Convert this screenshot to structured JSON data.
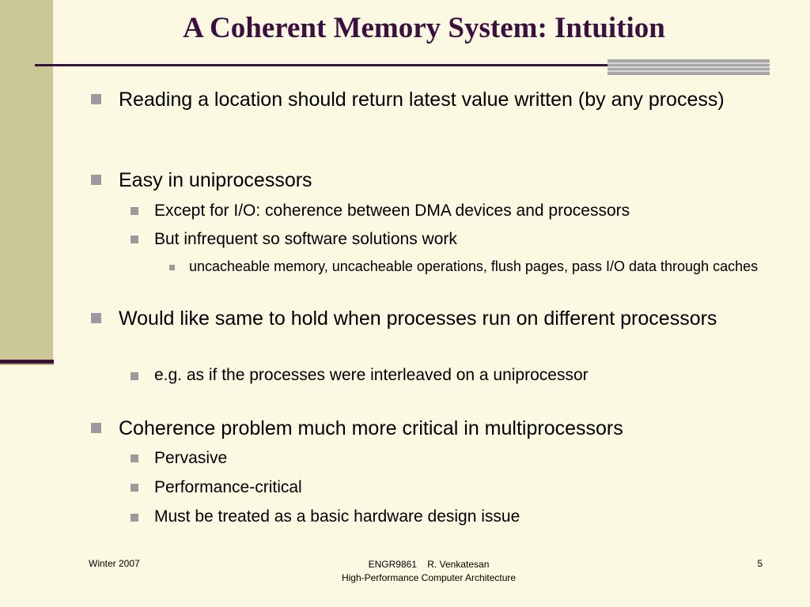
{
  "slide": {
    "title": "A Coherent Memory System:  Intuition",
    "bullets": [
      {
        "text": "Reading a location should return latest value written (by any process)"
      },
      {
        "text": "Easy in uniprocessors"
      },
      {
        "text": "Except for I/O: coherence between DMA devices and processors"
      },
      {
        "text": "But infrequent so software solutions work"
      },
      {
        "text": "uncacheable memory, uncacheable operations, flush pages, pass I/O data through caches"
      },
      {
        "text": "Would like same to hold when processes run on different processors"
      },
      {
        "text": "e.g. as if the processes were interleaved on a uniprocessor"
      },
      {
        "text": "Coherence problem much more critical in multiprocessors"
      },
      {
        "text": "Pervasive"
      },
      {
        "text": "Performance-critical"
      },
      {
        "text": "Must be treated as a basic hardware design issue"
      }
    ]
  },
  "footer": {
    "left": "Winter 2007",
    "center_line1": "ENGR9861    R. Venkatesan",
    "center_line2": "High-Performance Computer Architecture",
    "page_number": "5"
  },
  "colors": {
    "background": "#fbf9e1",
    "title": "#3d0f3f",
    "sidebar": "#cbc897",
    "bullet": "#9b9b9b"
  }
}
